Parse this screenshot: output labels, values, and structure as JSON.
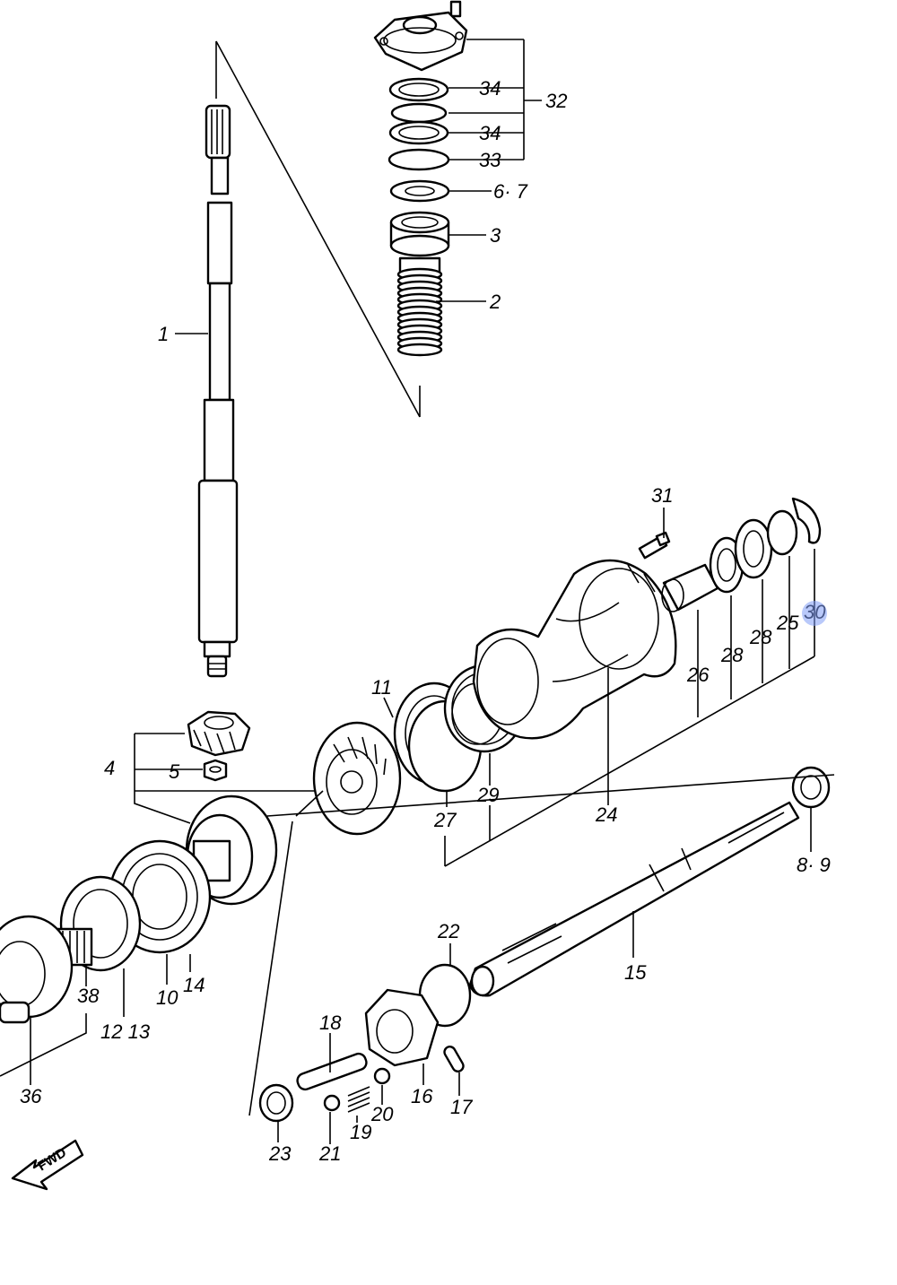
{
  "diagram": {
    "callouts": {
      "c1": "1",
      "c2": "2",
      "c3": "3",
      "c4": "4",
      "c5": "5",
      "c6_7": "6· 7",
      "c8_9": "8· 9",
      "c10": "10",
      "c11": "11",
      "c12_13": "12  13",
      "c14": "14",
      "c15": "15",
      "c16": "16",
      "c17": "17",
      "c18": "18",
      "c19": "19",
      "c20": "20",
      "c21": "21",
      "c22": "22",
      "c23": "23",
      "c24": "24",
      "c25": "25",
      "c26": "26",
      "c27": "27",
      "c28a": "28",
      "c28b": "28",
      "c29": "29",
      "c30": "30",
      "c31": "31",
      "c32": "32",
      "c33": "33",
      "c34a": "34",
      "c34b": "34",
      "c36": "36",
      "c38": "38"
    },
    "fwd_label": "FWD",
    "highlight_color": "#7f9cf5"
  }
}
